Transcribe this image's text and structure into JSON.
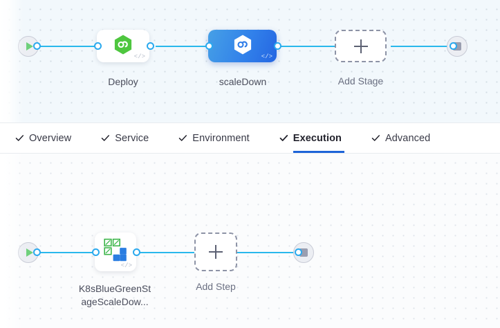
{
  "theme": {
    "accent_blue": "#1e64d8",
    "edge_blue": "#29b8ec",
    "selected_node_gradient_from": "#46a0e6",
    "selected_node_gradient_to": "#2566e2",
    "deploy_icon_green": "#4ec63f",
    "canvas_bg": "#f2f8fc",
    "step_icon_green": "#3cb54a",
    "step_icon_blue": "#2a7de1"
  },
  "stage_canvas": {
    "name": "pipeline-stage-canvas",
    "start_node": {
      "icon": "play-icon",
      "label": ""
    },
    "end_node": {
      "icon": "stop-icon",
      "label": ""
    },
    "stages": [
      {
        "id": "deploy",
        "label": "Deploy",
        "icon": "harness-deploy-hexagon-icon",
        "selected": false,
        "code_glyph": "</>"
      },
      {
        "id": "scaleDown",
        "label": "scaleDown",
        "icon": "harness-deploy-hexagon-icon",
        "selected": true,
        "code_glyph": "</>"
      }
    ],
    "add_stage": {
      "label": "Add Stage",
      "icon": "plus-icon"
    }
  },
  "tabs": {
    "name": "stage-config-tabs",
    "items": [
      {
        "id": "overview",
        "label": "Overview",
        "icon": "check-icon",
        "active": false
      },
      {
        "id": "service",
        "label": "Service",
        "icon": "check-icon",
        "active": false
      },
      {
        "id": "environment",
        "label": "Environment",
        "icon": "check-icon",
        "active": false
      },
      {
        "id": "execution",
        "label": "Execution",
        "icon": "check-icon",
        "active": true
      },
      {
        "id": "advanced",
        "label": "Advanced",
        "icon": "check-icon",
        "active": false
      }
    ]
  },
  "execution_canvas": {
    "name": "execution-step-canvas",
    "start_node": {
      "icon": "play-icon"
    },
    "end_node": {
      "icon": "stop-icon"
    },
    "steps": [
      {
        "id": "k8sBlueGreenStageScaleDown",
        "label_line1": "K8sBlueGreenSt",
        "label_line2": "ageScaleDow...",
        "icon": "kubernetes-step-grid-icon",
        "code_glyph": "</>"
      }
    ],
    "add_step": {
      "label": "Add Step",
      "icon": "plus-icon"
    }
  }
}
